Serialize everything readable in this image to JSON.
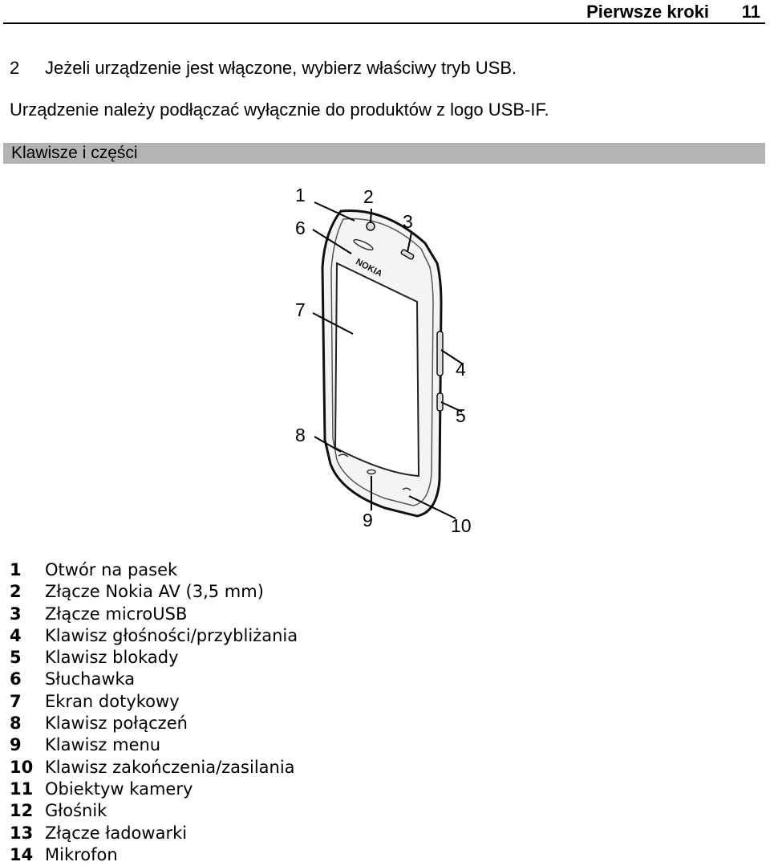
{
  "header": {
    "section": "Pierwsze kroki",
    "page_number": "11"
  },
  "step": {
    "number": "2",
    "text": "Jeżeli urządzenie jest włączone, wybierz właściwy tryb USB."
  },
  "note": "Urządzenie należy podłączać wyłącznie do produktów z logo USB-IF.",
  "section_title": "Klawisze i części",
  "figure": {
    "brand": "NOKIA",
    "callouts": [
      "1",
      "2",
      "3",
      "4",
      "5",
      "6",
      "7",
      "8",
      "9",
      "10"
    ]
  },
  "parts": [
    {
      "num": "1",
      "label": "Otwór na pasek"
    },
    {
      "num": "2",
      "label": "Złącze Nokia AV (3,5 mm)"
    },
    {
      "num": "3",
      "label": "Złącze microUSB"
    },
    {
      "num": "4",
      "label": "Klawisz głośności/przybliżania"
    },
    {
      "num": "5",
      "label": "Klawisz blokady"
    },
    {
      "num": "6",
      "label": "Słuchawka"
    },
    {
      "num": "7",
      "label": "Ekran dotykowy"
    },
    {
      "num": "8",
      "label": "Klawisz połączeń"
    },
    {
      "num": "9",
      "label": "Klawisz menu"
    },
    {
      "num": "10",
      "label": "Klawisz zakończenia/zasilania"
    },
    {
      "num": "11",
      "label": "Obiektyw kamery"
    },
    {
      "num": "12",
      "label": "Głośnik"
    },
    {
      "num": "13",
      "label": "Złącze ładowarki"
    },
    {
      "num": "14",
      "label": "Mikrofon"
    }
  ]
}
